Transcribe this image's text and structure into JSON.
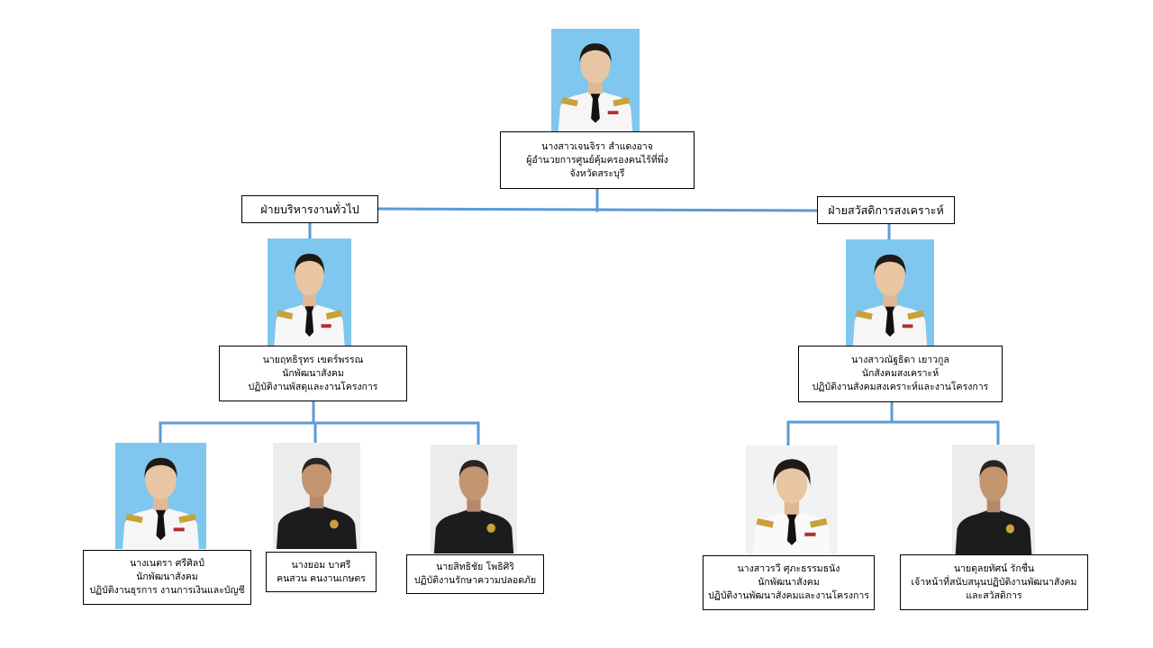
{
  "colors": {
    "connector": "#5b9bd5",
    "photo_bg_blue": "#7fc7ee",
    "photo_bg_white": "#f2f2f2",
    "uniform_white": "#f6f6f6",
    "uniform_black": "#1c1c1c",
    "epaulette_gold": "#c8a23a"
  },
  "director": {
    "name": "นางสาวเจนจิรา สำแดงอาจ",
    "position": "ผู้อำนวยการศูนย์คุ้มครองคนไร้ที่พึ่ง",
    "province": "จังหวัดสระบุรี"
  },
  "departments": {
    "admin": {
      "label": "ฝ่ายบริหารงานทั่วไป"
    },
    "welfare": {
      "label": "ฝ่ายสวัสดิการสงเคราะห์"
    }
  },
  "admin_head": {
    "name": "นายฤทธิรุทร เขตร์พรรณ",
    "position": "นักพัฒนาสังคม",
    "duty": "ปฏิบัติงานพัสดุและงานโครงการ"
  },
  "welfare_head": {
    "name": "นางสาวณัฐธิดา เยาวกูล",
    "position": "นักสังคมสงเคราะห์",
    "duty": "ปฏิบัติงานสังคมสงเคราะห์และงานโครงการ"
  },
  "staff": {
    "s1": {
      "name": "นางเนตรา ศรีศิลป์",
      "position": "นักพัฒนาสังคม",
      "duty": "ปฏิบัติงานธุรการ งานการเงินและบัญชี"
    },
    "s2": {
      "name": "นางยอม บาศรี",
      "position": "คนสวน คนงานเกษตร"
    },
    "s3": {
      "name": "นายสิทธิชัย โพธิศิริ",
      "position": "ปฏิบัติงานรักษาความปลอดภัย"
    },
    "s4": {
      "name": "นางสาวรวี ศุภะธรรมธนัง",
      "position": "นักพัฒนาสังคม",
      "duty": "ปฏิบัติงานพัฒนาสังคมและงานโครงการ"
    },
    "s5": {
      "name": "นายดุลยทัศน์ รักชื่น",
      "position": "เจ้าหน้าที่สนับสนุนปฏิบัติงานพัฒนาสังคม",
      "duty": "และสวัสดิการ"
    }
  }
}
